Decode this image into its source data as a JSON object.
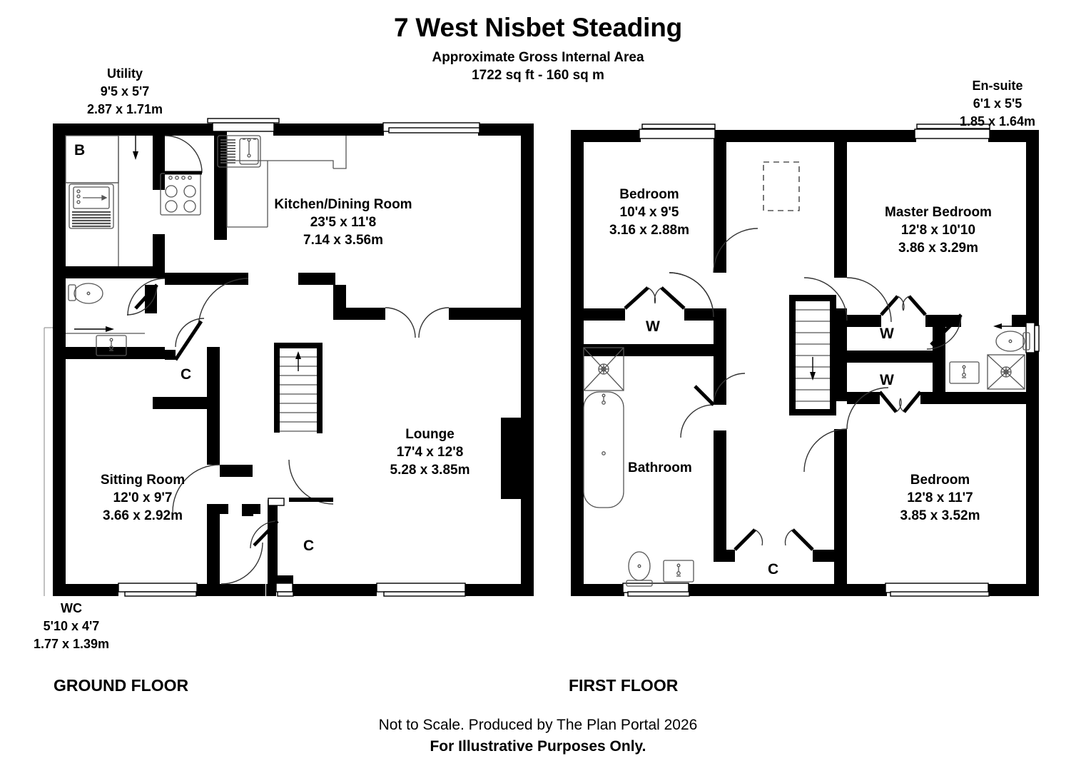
{
  "header": {
    "title": "7 West Nisbet Steading",
    "area_line1": "Approximate Gross Internal Area",
    "area_line2": "1722 sq ft - 160 sq m"
  },
  "footer": {
    "note": "Not to Scale. Produced by The Plan Portal 2026",
    "disclaimer": "For Illustrative Purposes Only."
  },
  "floors": [
    {
      "label": "GROUND FLOOR"
    },
    {
      "label": "FIRST FLOOR"
    }
  ],
  "ground_floor": {
    "callouts": [
      {
        "name": "utility",
        "line1": "Utility",
        "line2": "9'5 x 5'7",
        "line3": "2.87 x 1.71m"
      },
      {
        "name": "wc",
        "line1": "WC",
        "line2": "5'10 x 4'7",
        "line3": "1.77 x 1.39m"
      }
    ],
    "rooms": [
      {
        "name": "kitchen-dining-room",
        "line1": "Kitchen/Dining Room",
        "line2": "23'5 x 11'8",
        "line3": "7.14 x 3.56m"
      },
      {
        "name": "lounge",
        "line1": "Lounge",
        "line2": "17'4 x 12'8",
        "line3": "5.28 x 3.85m"
      },
      {
        "name": "sitting-room",
        "line1": "Sitting Room",
        "line2": "12'0 x 9'7",
        "line3": "3.66 x 2.92m"
      }
    ],
    "tags": [
      {
        "name": "boiler",
        "text": "B"
      },
      {
        "name": "cupboard-hall",
        "text": "C"
      },
      {
        "name": "cupboard-understairs",
        "text": "C"
      }
    ]
  },
  "first_floor": {
    "callouts": [
      {
        "name": "en-suite",
        "line1": "En-suite",
        "line2": "6'1 x 5'5",
        "line3": "1.85 x 1.64m"
      }
    ],
    "rooms": [
      {
        "name": "bedroom-2",
        "line1": "Bedroom",
        "line2": "10'4 x 9'5",
        "line3": "3.16 x 2.88m"
      },
      {
        "name": "master-bedroom",
        "line1": "Master Bedroom",
        "line2": "12'8 x 10'10",
        "line3": "3.86 x 3.29m"
      },
      {
        "name": "bedroom-3",
        "line1": "Bedroom",
        "line2": "12'8 x 11'7",
        "line3": "3.85 x 3.52m"
      },
      {
        "name": "bathroom",
        "line1": "Bathroom",
        "line2": "",
        "line3": ""
      }
    ],
    "tags": [
      {
        "name": "wardrobe-bedroom2",
        "text": "W"
      },
      {
        "name": "wardrobe-master-upper",
        "text": "W"
      },
      {
        "name": "wardrobe-master-lower",
        "text": "W"
      },
      {
        "name": "cupboard-landing",
        "text": "C"
      }
    ]
  },
  "colors": {
    "wall": "#000000",
    "background": "#ffffff",
    "fixture_stroke": "#4a4a4a",
    "window_stroke": "#000000"
  }
}
